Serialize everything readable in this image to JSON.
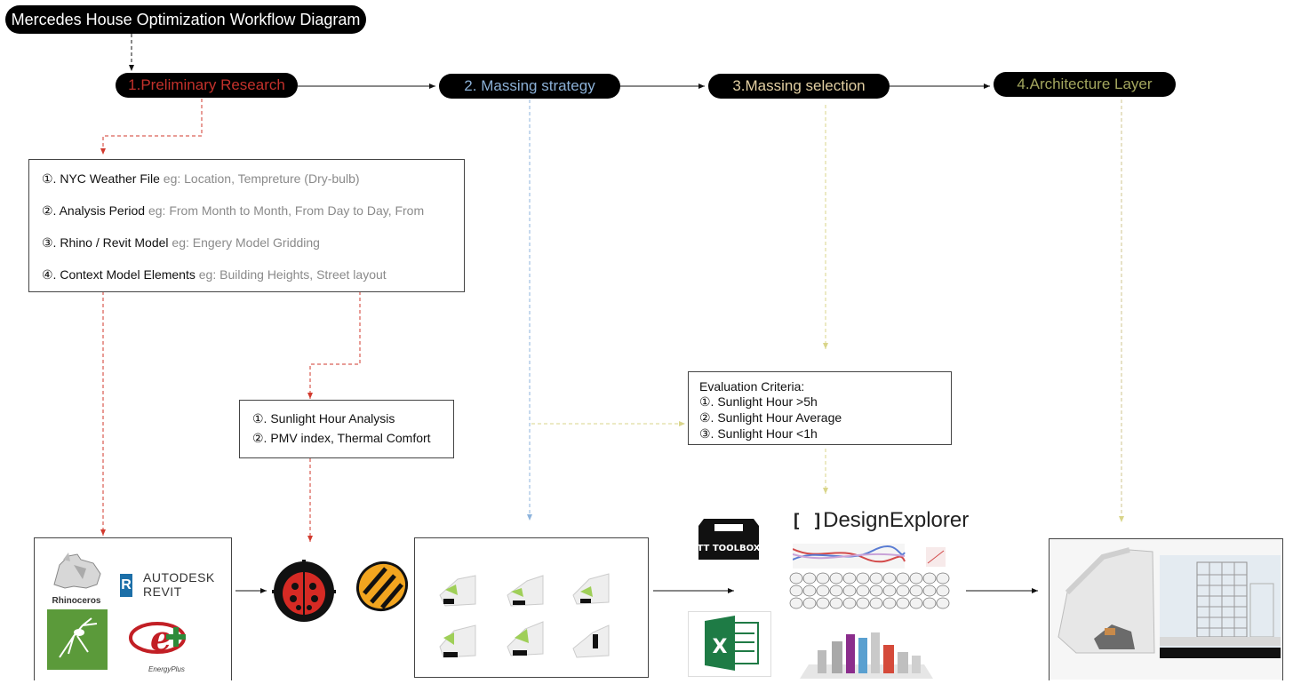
{
  "title": "Mercedes House Optimization Workflow Diagram",
  "steps": [
    {
      "label": "1.Preliminary Research",
      "color": "#c3312b"
    },
    {
      "label": "2. Massing strategy",
      "color": "#8bb0d6"
    },
    {
      "label": "3.Massing selection",
      "color": "#e2cfa2"
    },
    {
      "label": "4.Architecture Layer",
      "color": "#a3a65e"
    }
  ],
  "inputs": [
    {
      "num": "①.",
      "key": "NYC Weather File",
      "eg": "eg: Location, Tempreture (Dry-bulb)"
    },
    {
      "num": "②.",
      "key": "Analysis Period",
      "eg": "eg: From Month to Month, From Day to Day, From"
    },
    {
      "num": "③.",
      "key": "Rhino / Revit Model",
      "eg": "eg: Engery Model Gridding"
    },
    {
      "num": "④.",
      "key": "Context Model Elements",
      "eg": "eg: Building Heights, Street layout"
    }
  ],
  "analysis": [
    "①. Sunlight Hour Analysis",
    "②. PMV index, Thermal Comfort"
  ],
  "criteria": {
    "heading": "Evaluation Criteria:",
    "items": [
      "①. Sunlight Hour >5h",
      "②. Sunlight Hour Average",
      "③. Sunlight Hour <1h"
    ]
  },
  "logos": {
    "rhino": "Rhinoceros",
    "autodesk": "AUTODESK",
    "revit": "REVIT",
    "energyplus": "EnergyPlus",
    "toolbox": "TT TOOLBOX",
    "design_explorer_a": "Design",
    "design_explorer_b": "Explorer"
  },
  "colors": {
    "red_dash": "#d23a2e",
    "blue_dash": "#8db3dc",
    "yellow_dash": "#d9d58a",
    "olive_dash": "#cfc68c"
  },
  "icons": [
    "ladybug-icon",
    "honeybee-icon",
    "grasshopper-icon",
    "excel-icon"
  ]
}
